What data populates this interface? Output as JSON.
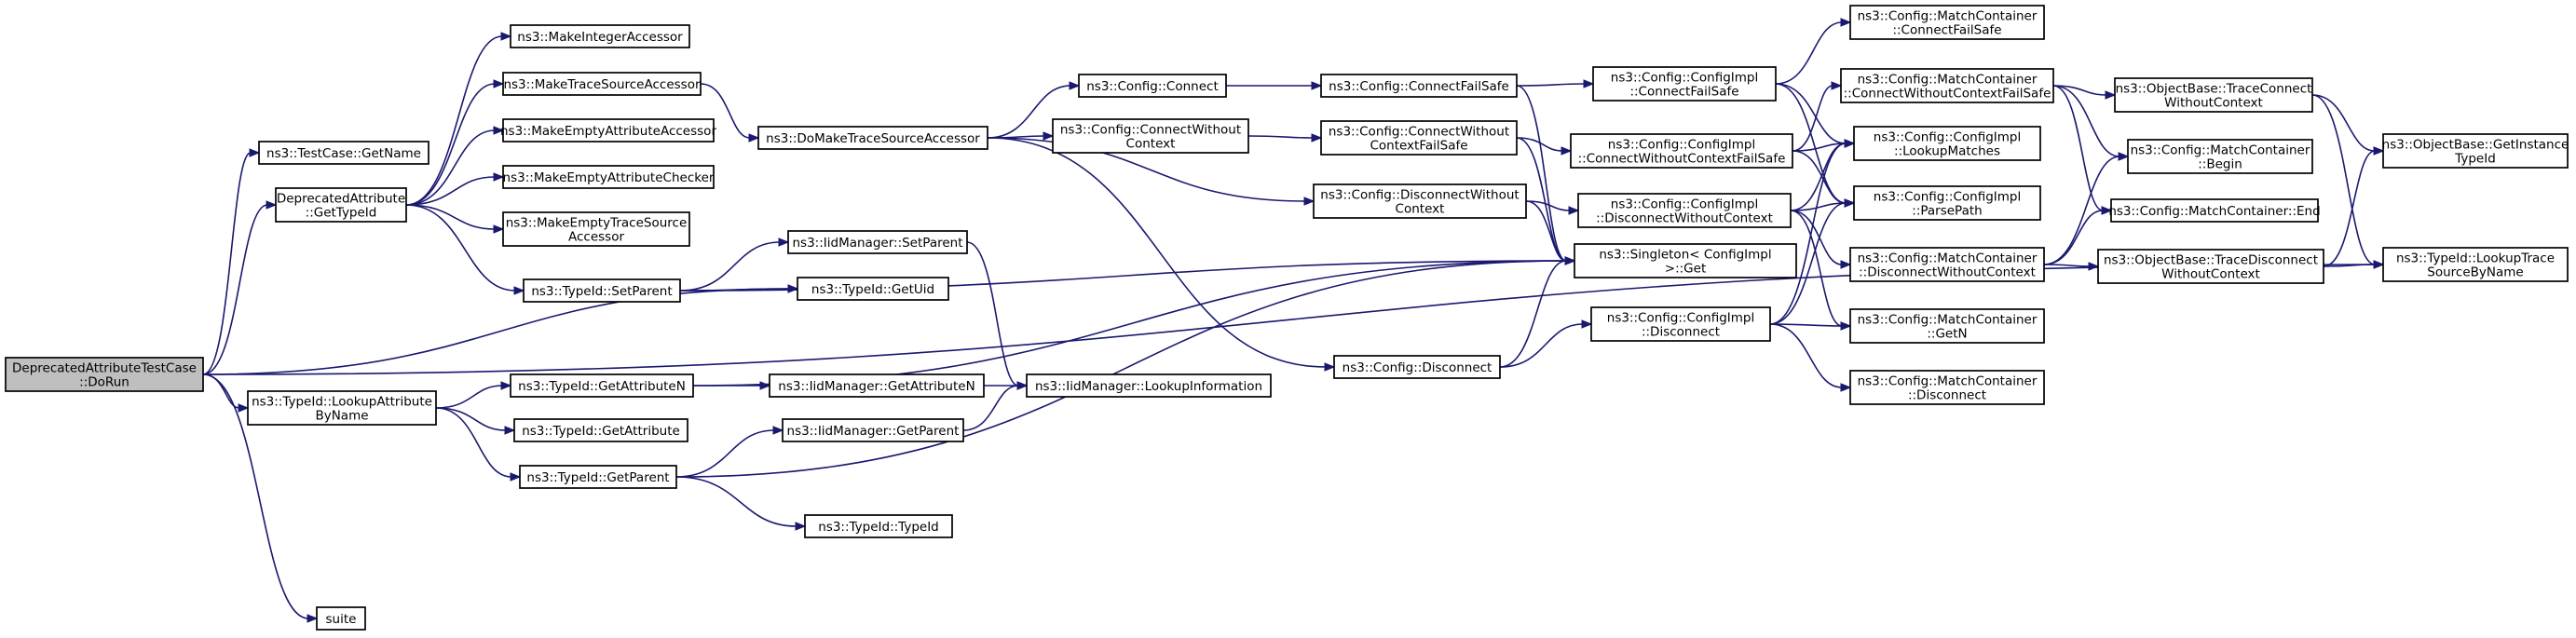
{
  "nodes": {
    "doRun": [
      "DeprecatedAttributeTestCase",
      "::DoRun"
    ],
    "getName": [
      "ns3::TestCase::GetName"
    ],
    "getTypeId": [
      "DeprecatedAttribute",
      "::GetTypeId"
    ],
    "lookupAttr": [
      "ns3::TypeId::LookupAttribute",
      "ByName"
    ],
    "suite": [
      "suite"
    ],
    "mkInt": [
      "ns3::MakeIntegerAccessor"
    ],
    "mkTrace": [
      "ns3::MakeTraceSourceAccessor"
    ],
    "mkEmptyAttr": [
      "ns3::MakeEmptyAttributeAccessor"
    ],
    "mkEmptyChecker": [
      "ns3::MakeEmptyAttributeChecker"
    ],
    "mkEmptyTrace": [
      "ns3::MakeEmptyTraceSource",
      "Accessor"
    ],
    "setParent": [
      "ns3::TypeId::SetParent"
    ],
    "getUid": [
      "ns3::TypeId::GetUid"
    ],
    "iidSetParent": [
      "ns3::IidManager::SetParent"
    ],
    "getAttrN": [
      "ns3::TypeId::GetAttributeN"
    ],
    "getAttr": [
      "ns3::TypeId::GetAttribute"
    ],
    "getParent": [
      "ns3::TypeId::GetParent"
    ],
    "iidGetAttrN": [
      "ns3::IidManager::GetAttributeN"
    ],
    "iidLookupInfo": [
      "ns3::IidManager::LookupInformation"
    ],
    "iidGetParent": [
      "ns3::IidManager::GetParent"
    ],
    "typeIdCtor": [
      "ns3::TypeId::TypeId"
    ],
    "doMakeTrace": [
      "ns3::DoMakeTraceSourceAccessor"
    ],
    "cfgConnect": [
      "ns3::Config::Connect"
    ],
    "cfgConnectWo": [
      "ns3::Config::ConnectWithout",
      "Context"
    ],
    "cfgDisconnect": [
      "ns3::Config::Disconnect"
    ],
    "cfgConnectFs": [
      "ns3::Config::ConnectFailSafe"
    ],
    "cfgConnectWoFs": [
      "ns3::Config::ConnectWithout",
      "ContextFailSafe"
    ],
    "cfgDisconnectWo": [
      "ns3::Config::DisconnectWithout",
      "Context"
    ],
    "singletonGet": [
      "ns3::Singleton< ConfigImpl",
      " >::Get"
    ],
    "implConnectFs": [
      "ns3::Config::ConfigImpl",
      "::ConnectFailSafe"
    ],
    "implConnectWoFs": [
      "ns3::Config::ConfigImpl",
      "::ConnectWithoutContextFailSafe"
    ],
    "implDisconnectWo": [
      "ns3::Config::ConfigImpl",
      "::DisconnectWithoutContext"
    ],
    "implDisconnect": [
      "ns3::Config::ConfigImpl",
      "::Disconnect"
    ],
    "mcConnectFs": [
      "ns3::Config::MatchContainer",
      "::ConnectFailSafe"
    ],
    "mcConnectWoFs": [
      "ns3::Config::MatchContainer",
      "::ConnectWithoutContextFailSafe"
    ],
    "implLookupMatches": [
      "ns3::Config::ConfigImpl",
      "::LookupMatches"
    ],
    "implParsePath": [
      "ns3::Config::ConfigImpl",
      "::ParsePath"
    ],
    "mcDisconnectWo": [
      "ns3::Config::MatchContainer",
      "::DisconnectWithoutContext"
    ],
    "mcGetN": [
      "ns3::Config::MatchContainer",
      "::GetN"
    ],
    "mcDisconnect": [
      "ns3::Config::MatchContainer",
      "::Disconnect"
    ],
    "obTraceConnectWo": [
      "ns3::ObjectBase::TraceConnect",
      "WithoutContext"
    ],
    "mcBegin": [
      "ns3::Config::MatchContainer",
      "::Begin"
    ],
    "mcEnd": [
      "ns3::Config::MatchContainer::End"
    ],
    "obTraceDisconnectWo": [
      "ns3::ObjectBase::TraceDisconnect",
      "WithoutContext"
    ],
    "obGetInstanceTypeId": [
      "ns3::ObjectBase::GetInstance",
      "TypeId"
    ],
    "lookupTraceSrc": [
      "ns3::TypeId::LookupTrace",
      "SourceByName"
    ]
  },
  "edges": [
    [
      "doRun",
      "getName"
    ],
    [
      "doRun",
      "getTypeId"
    ],
    [
      "doRun",
      "getUid"
    ],
    [
      "doRun",
      "lookupAttr"
    ],
    [
      "doRun",
      "suite"
    ],
    [
      "doRun",
      "lookupTraceSrc"
    ],
    [
      "getTypeId",
      "mkInt"
    ],
    [
      "getTypeId",
      "mkTrace"
    ],
    [
      "getTypeId",
      "mkEmptyAttr"
    ],
    [
      "getTypeId",
      "mkEmptyChecker"
    ],
    [
      "getTypeId",
      "mkEmptyTrace"
    ],
    [
      "getTypeId",
      "setParent"
    ],
    [
      "setParent",
      "iidSetParent"
    ],
    [
      "setParent",
      "getUid"
    ],
    [
      "setParent",
      "singletonGet"
    ],
    [
      "iidSetParent",
      "iidLookupInfo"
    ],
    [
      "lookupAttr",
      "getAttrN"
    ],
    [
      "lookupAttr",
      "getAttr"
    ],
    [
      "lookupAttr",
      "getParent"
    ],
    [
      "getAttrN",
      "iidGetAttrN"
    ],
    [
      "getAttrN",
      "singletonGet"
    ],
    [
      "iidGetAttrN",
      "iidLookupInfo"
    ],
    [
      "getParent",
      "iidGetParent"
    ],
    [
      "getParent",
      "typeIdCtor"
    ],
    [
      "getParent",
      "singletonGet"
    ],
    [
      "iidGetParent",
      "iidLookupInfo"
    ],
    [
      "mkTrace",
      "doMakeTrace"
    ],
    [
      "doMakeTrace",
      "cfgConnect"
    ],
    [
      "doMakeTrace",
      "cfgConnectWo"
    ],
    [
      "doMakeTrace",
      "cfgDisconnectWo"
    ],
    [
      "doMakeTrace",
      "cfgDisconnect"
    ],
    [
      "cfgConnect",
      "cfgConnectFs"
    ],
    [
      "cfgConnectWo",
      "cfgConnectWoFs"
    ],
    [
      "cfgDisconnectWo",
      "implDisconnectWo"
    ],
    [
      "cfgDisconnectWo",
      "singletonGet"
    ],
    [
      "cfgDisconnect",
      "implDisconnect"
    ],
    [
      "cfgDisconnect",
      "singletonGet"
    ],
    [
      "cfgConnectFs",
      "implConnectFs"
    ],
    [
      "cfgConnectFs",
      "singletonGet"
    ],
    [
      "cfgConnectWoFs",
      "implConnectWoFs"
    ],
    [
      "cfgConnectWoFs",
      "singletonGet"
    ],
    [
      "implConnectFs",
      "mcConnectFs"
    ],
    [
      "implConnectFs",
      "implLookupMatches"
    ],
    [
      "implConnectFs",
      "implParsePath"
    ],
    [
      "implConnectWoFs",
      "mcConnectWoFs"
    ],
    [
      "implConnectWoFs",
      "implLookupMatches"
    ],
    [
      "implConnectWoFs",
      "implParsePath"
    ],
    [
      "implDisconnectWo",
      "implLookupMatches"
    ],
    [
      "implDisconnectWo",
      "implParsePath"
    ],
    [
      "implDisconnectWo",
      "mcDisconnectWo"
    ],
    [
      "implDisconnectWo",
      "mcGetN"
    ],
    [
      "implDisconnect",
      "implLookupMatches"
    ],
    [
      "implDisconnect",
      "implParsePath"
    ],
    [
      "implDisconnect",
      "mcGetN"
    ],
    [
      "implDisconnect",
      "mcDisconnect"
    ],
    [
      "mcConnectWoFs",
      "obTraceConnectWo"
    ],
    [
      "mcConnectWoFs",
      "mcBegin"
    ],
    [
      "mcConnectWoFs",
      "mcEnd"
    ],
    [
      "mcDisconnectWo",
      "mcBegin"
    ],
    [
      "mcDisconnectWo",
      "mcEnd"
    ],
    [
      "mcDisconnectWo",
      "obTraceDisconnectWo"
    ],
    [
      "obTraceConnectWo",
      "obGetInstanceTypeId"
    ],
    [
      "obTraceConnectWo",
      "lookupTraceSrc"
    ],
    [
      "obTraceDisconnectWo",
      "obGetInstanceTypeId"
    ],
    [
      "obTraceDisconnectWo",
      "lookupTraceSrc"
    ]
  ],
  "colors": {
    "edge": "#191970",
    "root_fill": "#bfbfbf",
    "node_fill": "#ffffff",
    "border": "#000000"
  }
}
